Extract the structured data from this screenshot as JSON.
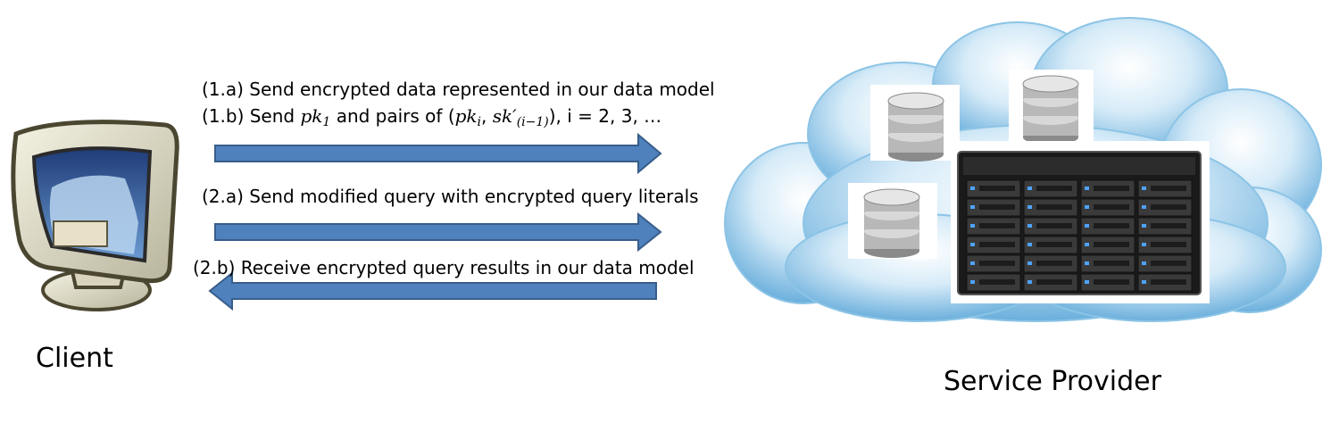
{
  "client": {
    "label": "Client",
    "icon": "monitor-icon"
  },
  "provider": {
    "label": "Service Provider",
    "icon": "cloud-server-icon"
  },
  "messages": {
    "m1a": "(1.a) Send encrypted data represented in our data model",
    "m1b_prefix": "(1.b) Send",
    "m1b_pk1": "pk",
    "m1b_pk1_sub": "1",
    "m1b_mid": "and pairs of (",
    "m1b_pki": "pk",
    "m1b_pki_sub": "i",
    "m1b_comma": ",",
    "m1b_sk": "sk′",
    "m1b_sk_sub": "(i−1)",
    "m1b_suffix": "), i = 2, 3, …",
    "m2a": "(2.a) Send modified query with encrypted query literals",
    "m2b": "(2.b) Receive encrypted query results in our data model"
  },
  "colors": {
    "arrow_fill": "#4f81bd",
    "arrow_stroke": "#385d8a",
    "cloud_light": "#e4f2fb",
    "cloud_dark": "#5aa6d8"
  }
}
